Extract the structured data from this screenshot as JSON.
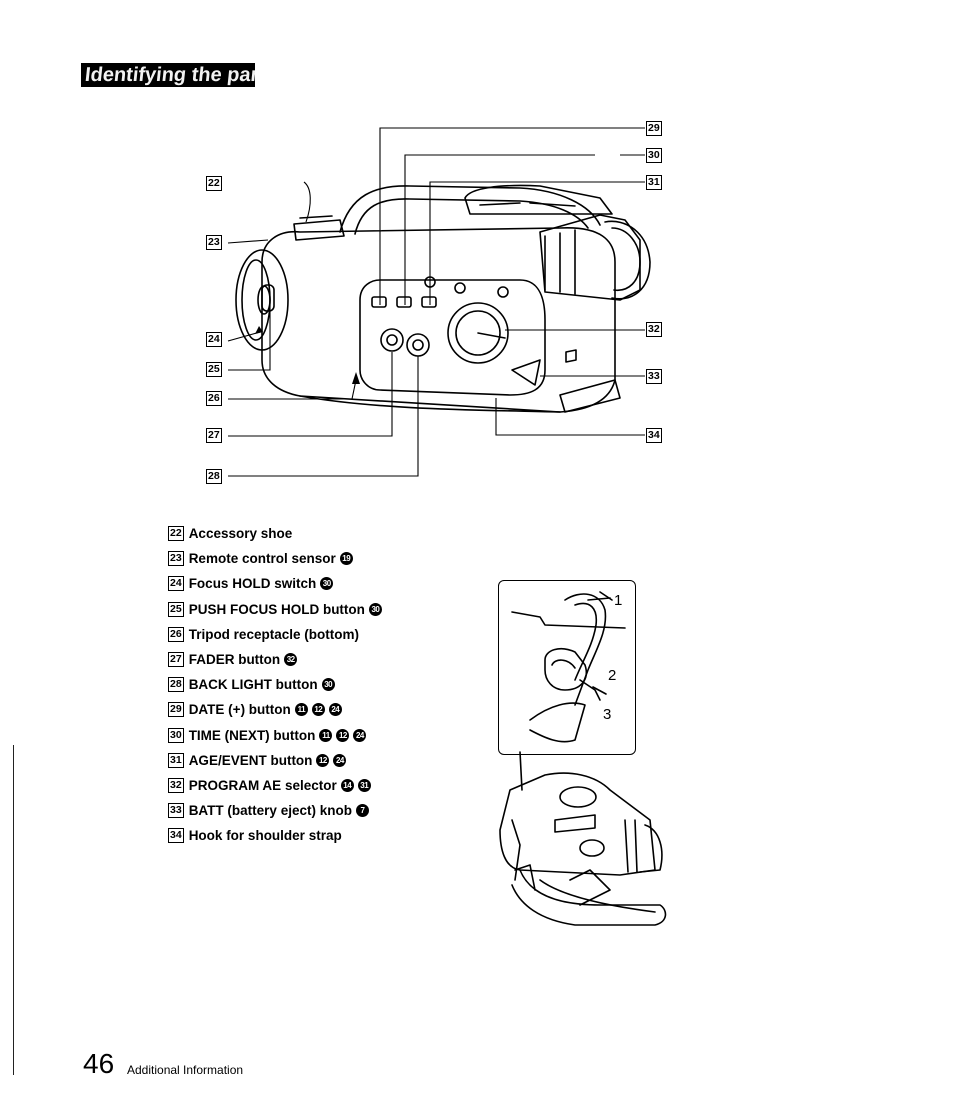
{
  "header": {
    "title": "Identifying the parts"
  },
  "callouts": [
    "22",
    "23",
    "24",
    "25",
    "26",
    "27",
    "28",
    "29",
    "30",
    "31",
    "32",
    "33",
    "34"
  ],
  "legend": [
    {
      "num": "22",
      "label": "Accessory shoe",
      "refs": []
    },
    {
      "num": "23",
      "label": "Remote control sensor",
      "refs": [
        "19"
      ]
    },
    {
      "num": "24",
      "label": "Focus HOLD switch",
      "refs": [
        "30"
      ]
    },
    {
      "num": "25",
      "label": "PUSH FOCUS HOLD button",
      "refs": [
        "30"
      ]
    },
    {
      "num": "26",
      "label": "Tripod receptacle (bottom)",
      "refs": []
    },
    {
      "num": "27",
      "label": "FADER button",
      "refs": [
        "32"
      ]
    },
    {
      "num": "28",
      "label": "BACK LIGHT button",
      "refs": [
        "30"
      ]
    },
    {
      "num": "29",
      "label": "DATE (+) button",
      "refs": [
        "11",
        "12",
        "24"
      ]
    },
    {
      "num": "30",
      "label": "TIME (NEXT) button",
      "refs": [
        "11",
        "12",
        "24"
      ]
    },
    {
      "num": "31",
      "label": "AGE/EVENT button",
      "refs": [
        "12",
        "24"
      ]
    },
    {
      "num": "32",
      "label": "PROGRAM AE selector",
      "refs": [
        "14",
        "31"
      ]
    },
    {
      "num": "33",
      "label": "BATT (battery eject) knob",
      "refs": [
        "7"
      ]
    },
    {
      "num": "34",
      "label": "Hook for shoulder strap",
      "refs": []
    }
  ],
  "strap_steps": [
    "1",
    "2",
    "3"
  ],
  "footer": {
    "page_number": "46",
    "section": "Additional Information"
  }
}
